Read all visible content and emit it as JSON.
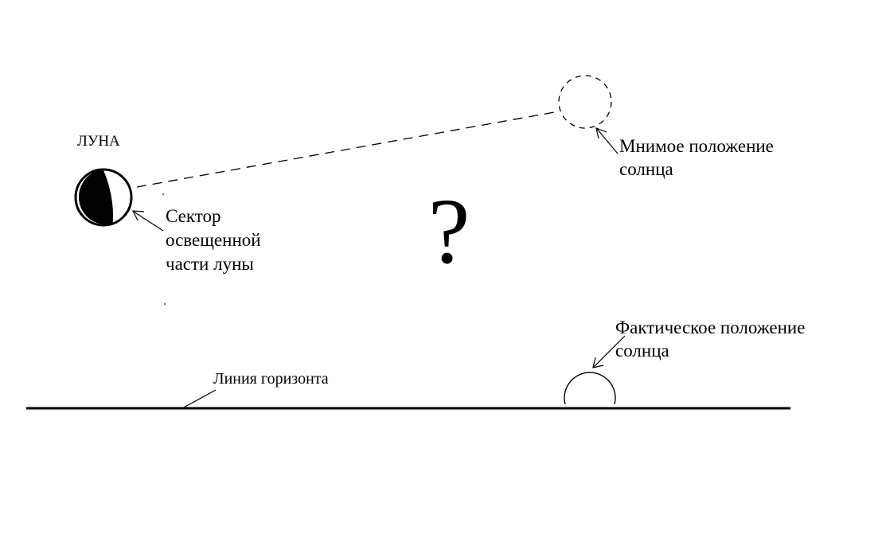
{
  "labels": {
    "moon": "ЛУНА",
    "apparent_sun": [
      "Мнимое положение",
      "солнца"
    ],
    "lit_sector": [
      "Сектор",
      "освещенной",
      "части луны"
    ],
    "question_mark": "?",
    "actual_sun": [
      "Фактическое положение",
      "солнца"
    ],
    "horizon": "Линия горизонта"
  },
  "colors": {
    "ink": "#000000",
    "background": "#ffffff"
  }
}
